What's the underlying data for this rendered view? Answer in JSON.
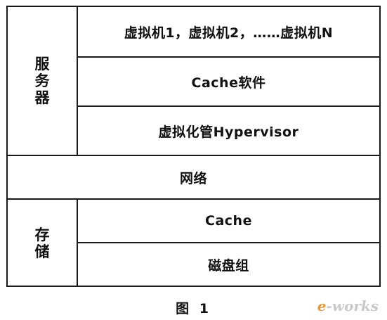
{
  "server": {
    "label_chars": [
      "服",
      "务",
      "器"
    ],
    "vm_row": "虚拟机1，虚拟机2，……虚拟机N",
    "cache_software": "Cache软件",
    "hypervisor": "虚拟化管Hypervisor"
  },
  "network": {
    "label": "网络"
  },
  "storage": {
    "label_chars": [
      "存",
      "储"
    ],
    "cache": "Cache",
    "disk_group": "磁盘组"
  },
  "caption": "图 1",
  "watermark": {
    "prefix": "e",
    "suffix": "works"
  }
}
